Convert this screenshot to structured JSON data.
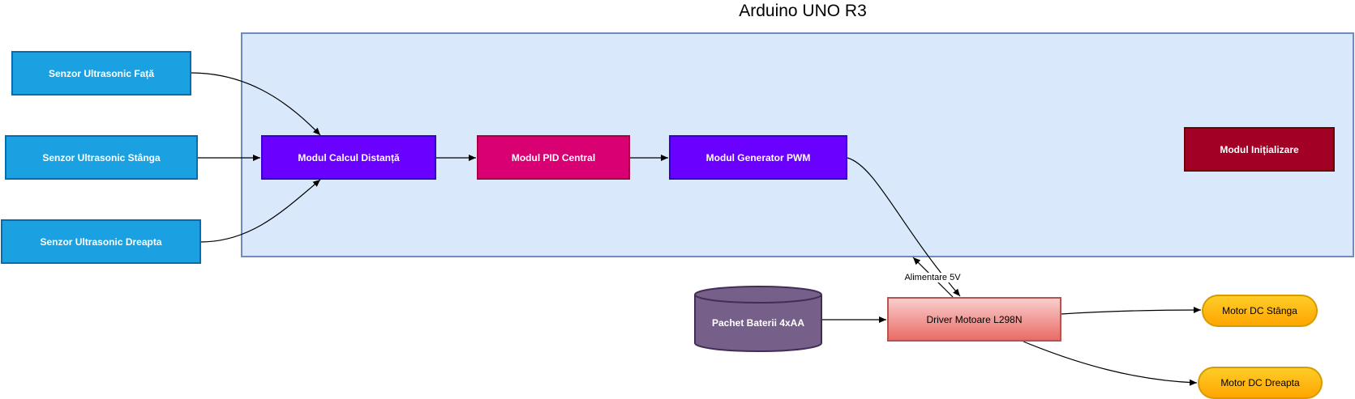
{
  "container": {
    "title": "Arduino UNO R3"
  },
  "nodes": {
    "sensor_front": "Senzor Ultrasonic Față",
    "sensor_left": "Senzor Ultrasonic Stânga",
    "sensor_right": "Senzor Ultrasonic Dreapta",
    "distance_module": "Modul Calcul Distanță",
    "pid_module": "Modul PID Central",
    "pwm_module": "Modul Generator PWM",
    "init_module": "Modul Inițializare",
    "battery": "Pachet Baterii 4xAA",
    "driver": "Driver Motoare L298N",
    "motor_left": "Motor DC Stânga",
    "motor_right": "Motor DC Dreapta"
  },
  "edges": {
    "power_label": "Alimentare 5V"
  },
  "colors": {
    "sensor": "#1ba1e2",
    "module_violet": "#6a00ff",
    "module_pink": "#d80073",
    "module_init": "#a20025",
    "battery": "#76608a",
    "driver": "#f8cecc",
    "motor": "#ffcd28",
    "container": "#dae8fc"
  }
}
